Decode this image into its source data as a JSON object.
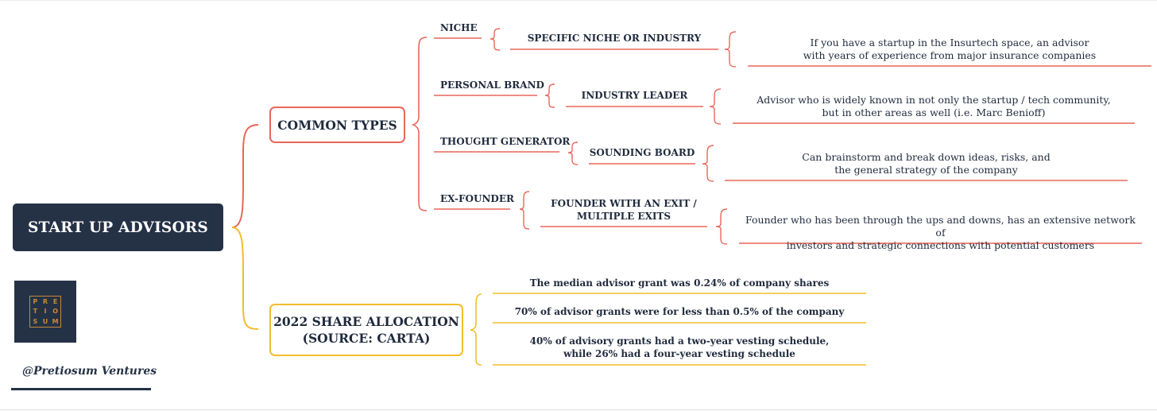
{
  "root": {
    "label": "START UP ADVISORS"
  },
  "branches": {
    "common_types": {
      "label": "COMMON TYPES",
      "items": [
        {
          "type": "NICHE",
          "sub": "SPECIFIC NICHE OR INDUSTRY",
          "desc": [
            "If you have a startup in the Insurtech space, an advisor",
            "with years of experience from major insurance companies"
          ]
        },
        {
          "type": "PERSONAL BRAND",
          "sub": "INDUSTRY LEADER",
          "desc": [
            "Advisor who is widely known in not only the startup / tech community,",
            "but in other areas as well (i.e. Marc Benioff)"
          ]
        },
        {
          "type": "THOUGHT GENERATOR",
          "sub": "SOUNDING BOARD",
          "desc": [
            "Can brainstorm and break down ideas, risks, and",
            "the general strategy of the company"
          ]
        },
        {
          "type": "EX-FOUNDER",
          "sub": [
            "FOUNDER WITH AN EXIT /",
            "MULTIPLE EXITS"
          ],
          "desc": [
            "Founder who has been through the ups and downs, has an extensive network of",
            "investors and strategic connections with potential customers"
          ]
        }
      ]
    },
    "share_allocation": {
      "label": [
        "2022 SHARE ALLOCATION",
        "(SOURCE: CARTA)"
      ],
      "facts": [
        [
          "The median advisor grant was 0.24% of company shares"
        ],
        [
          "70% of advisor grants were for less than 0.5% of the company"
        ],
        [
          "40% of advisory grants had a two-year vesting schedule,",
          "while 26% had a four-year vesting schedule"
        ]
      ]
    }
  },
  "brand": {
    "logo_letters": [
      "P",
      "R",
      "E",
      "T",
      "I",
      "O",
      "S",
      "U",
      "M"
    ],
    "handle": "@Pretiosum Ventures"
  },
  "colors": {
    "navy": "#253246",
    "coral": "#e8675a",
    "gold": "#f2bd2c",
    "logo_gold": "#c58a36"
  }
}
